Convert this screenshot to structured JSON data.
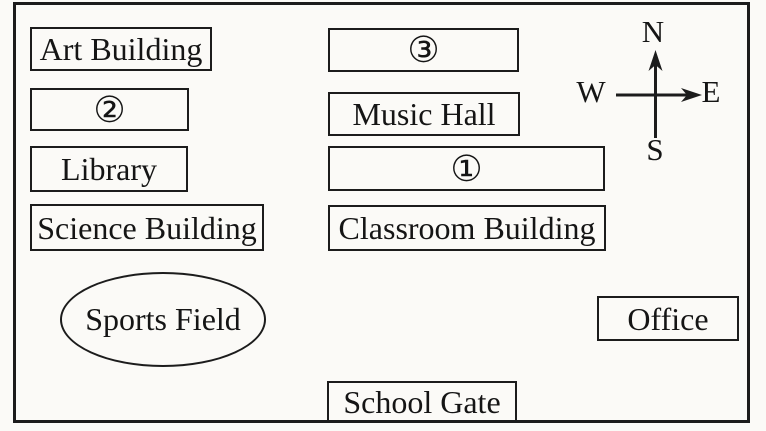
{
  "colors": {
    "background": "#fbfaf7",
    "ink": "#1c1c1c"
  },
  "compass": {
    "north": "N",
    "west": "W",
    "east": "E",
    "south": "S"
  },
  "buildings": {
    "art_building": "Art Building",
    "numbered_2": "②",
    "library": "Library",
    "science_building": "Science Building",
    "numbered_3": "③",
    "music_hall": "Music Hall",
    "numbered_1": "①",
    "classroom_building": "Classroom Building",
    "sports_field": "Sports Field",
    "office": "Office",
    "school_gate": "School Gate"
  }
}
